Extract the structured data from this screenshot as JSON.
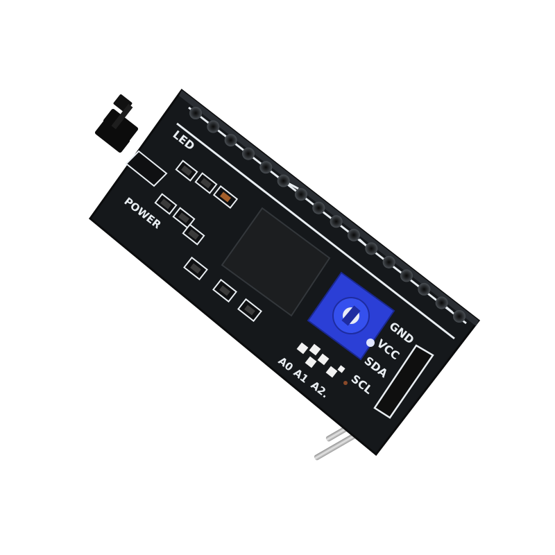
{
  "silkscreen": {
    "led": "LED",
    "power": "POWER",
    "gnd": "GND",
    "vcc": "VCC",
    "sda": "SDA",
    "scl": "SCL",
    "a0": "A0",
    "a1": "A1",
    "a2": "A2."
  },
  "colors": {
    "pcb": "#15181b",
    "silkscreen": "#e9eef2",
    "potentiometer": "#2b3fd6",
    "header": "#1b1b1b",
    "pin": "#c9c9c9"
  }
}
